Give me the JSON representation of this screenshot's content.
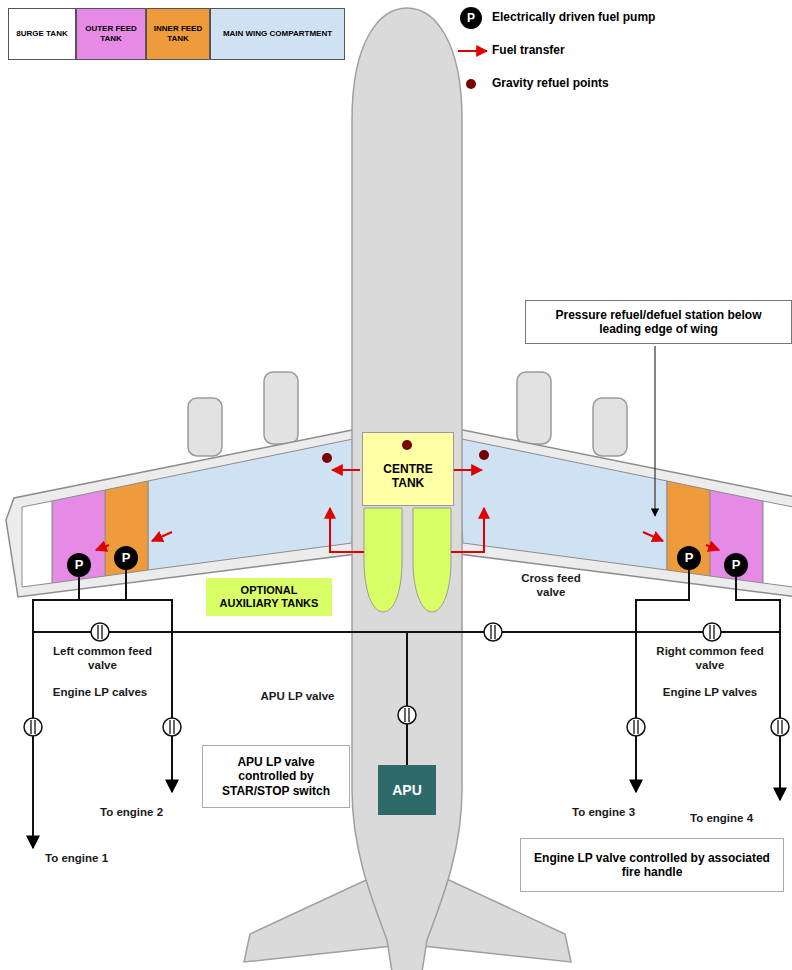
{
  "diagram": {
    "nodes": [
      {
        "text": [
          "Pressure refuel/defuel station below leading edge of wing"
        ]
      },
      {
        "text": [
          "CENTRE TANK"
        ]
      },
      {
        "text": [
          "P"
        ]
      },
      {
        "text": [
          "P"
        ]
      },
      {
        "text": [
          "P"
        ]
      },
      {
        "text": [
          "P"
        ]
      },
      {
        "text": [
          "OPTIONAL AUXILIARY TANKS"
        ]
      },
      {
        "text": [
          "APU LP valve controlled by STAR/STOP switch"
        ]
      },
      {
        "text": [
          "APU"
        ]
      },
      {
        "text": [
          "Engine LP valve controlled by associated fire handle"
        ]
      }
    ],
    "edges": [
      {
        "from": 2,
        "to": 8,
        "arrow": "none"
      },
      {
        "from": 3,
        "to": 8,
        "arrow": "none"
      },
      {
        "from": 4,
        "to": 8,
        "arrow": "none"
      },
      {
        "from": 5,
        "to": 8,
        "arrow": "none"
      }
    ],
    "labels": [
      "P",
      "Cross feed valve",
      "Left common feed valve",
      "APU LP valve",
      "Engine LP calves",
      "Right common feed valve",
      "Engine LP valves",
      "To engine 2",
      "To engine 1",
      "To engine 3",
      "To engine 4"
    ],
    "legend": [
      {
        "text": "8URGE TANK",
        "color": "#ffffff"
      },
      {
        "text": "OUTER FEED TANK",
        "color": "#e58be5"
      },
      {
        "text": "INNER FEED TANK",
        "color": "#ee9b3b"
      },
      {
        "text": "MAIN WING COMPARTMENT",
        "color": "#cfe2f3"
      },
      {
        "text": "Electrically driven fuel pump"
      },
      {
        "text": "Fuel transfer"
      },
      {
        "text": "Gravity refuel points"
      }
    ]
  }
}
